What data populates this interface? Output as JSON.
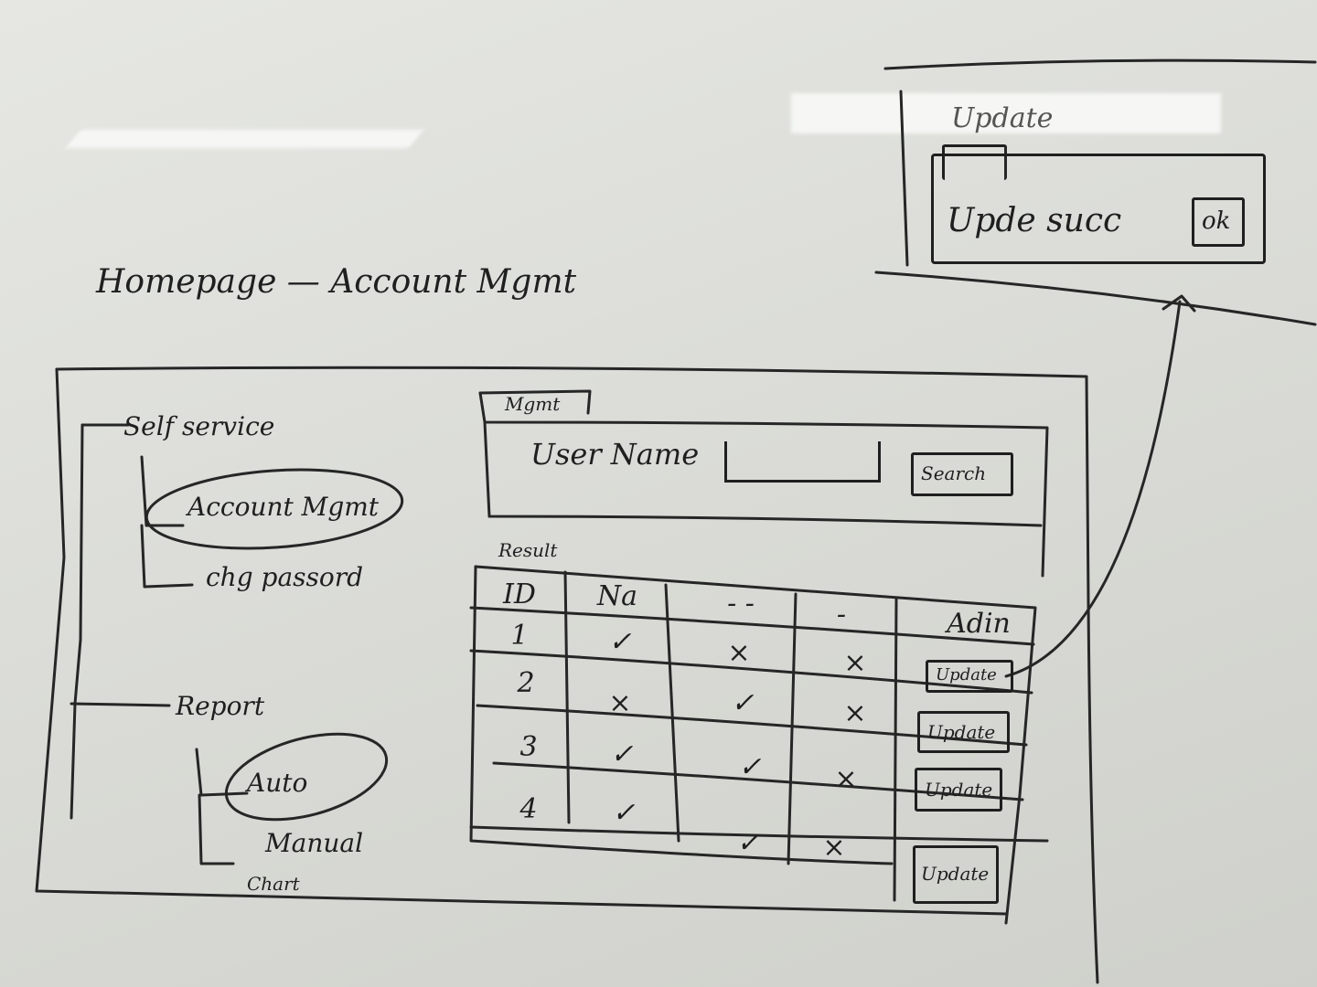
{
  "page_title": "Homepage — Account Mgmt",
  "sidebar": {
    "groups": [
      {
        "label": "Self service",
        "items": [
          {
            "label": "Account Mgmt",
            "circled": true
          },
          {
            "label": "chg passord",
            "circled": false
          }
        ]
      },
      {
        "label": "Report",
        "items": [
          {
            "label": "Auto",
            "circled": true
          },
          {
            "label": "Manual",
            "circled": false
          },
          {
            "label": "Chart",
            "circled": false
          }
        ]
      }
    ]
  },
  "main": {
    "tab_label": "Mgmt",
    "search": {
      "label": "User Name",
      "value": "",
      "button_label": "Search"
    },
    "result_label": "Result",
    "table": {
      "columns": [
        "ID",
        "Na",
        "- -",
        "-",
        "Adin"
      ],
      "rows": [
        {
          "id": "1",
          "marks": [
            "✓",
            "×",
            "×"
          ],
          "action": "Update"
        },
        {
          "id": "2",
          "marks": [
            "×",
            "✓",
            "×"
          ],
          "action": "Update"
        },
        {
          "id": "3",
          "marks": [
            "✓",
            "✓",
            "×"
          ],
          "action": "Update"
        },
        {
          "id": "4",
          "marks": [
            "✓",
            "✓",
            "×"
          ],
          "action": "Update"
        }
      ]
    }
  },
  "dialog": {
    "title": "Update",
    "message": "Upde succ",
    "ok_label": "ok"
  }
}
